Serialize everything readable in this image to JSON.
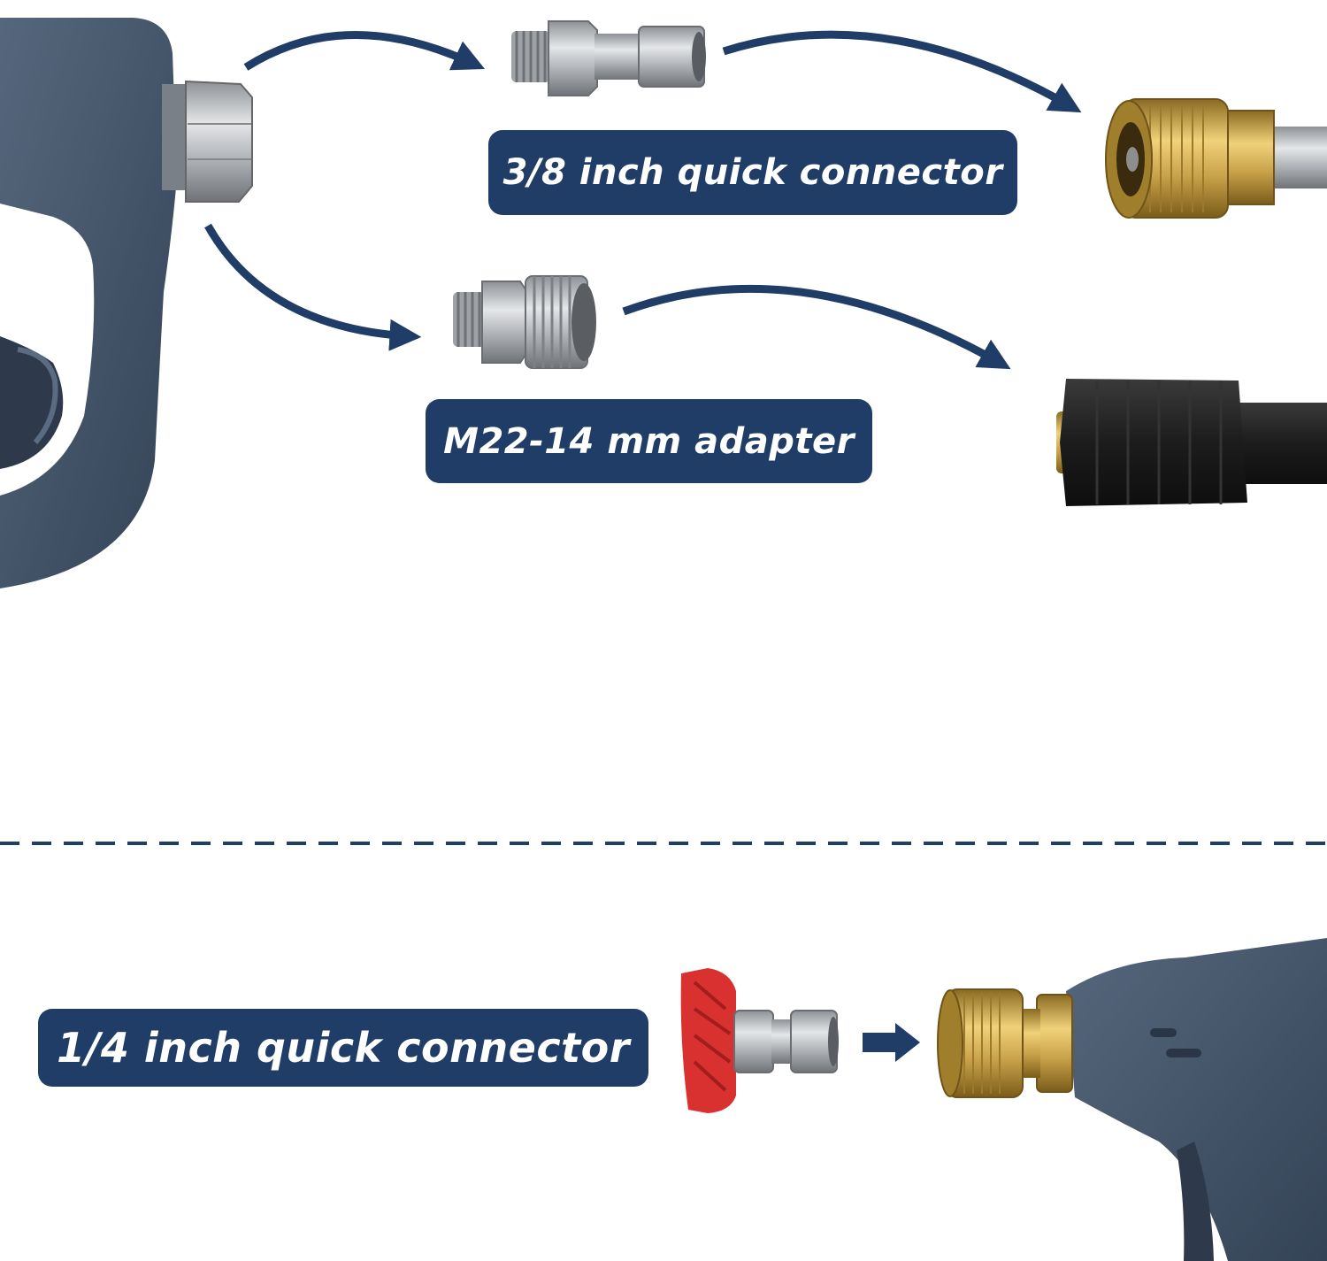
{
  "labels": {
    "quick_connector_38": "3/8 inch quick connector",
    "adapter_m22": "M22-14 mm adapter",
    "quick_connector_14": "1/4 inch quick connector"
  },
  "colors": {
    "accent": "#1f3d66",
    "gun_body": "#3c4d63",
    "brass": "#c9a24a",
    "steel": "#b9bcc0",
    "nozzle_red": "#d8312f"
  }
}
